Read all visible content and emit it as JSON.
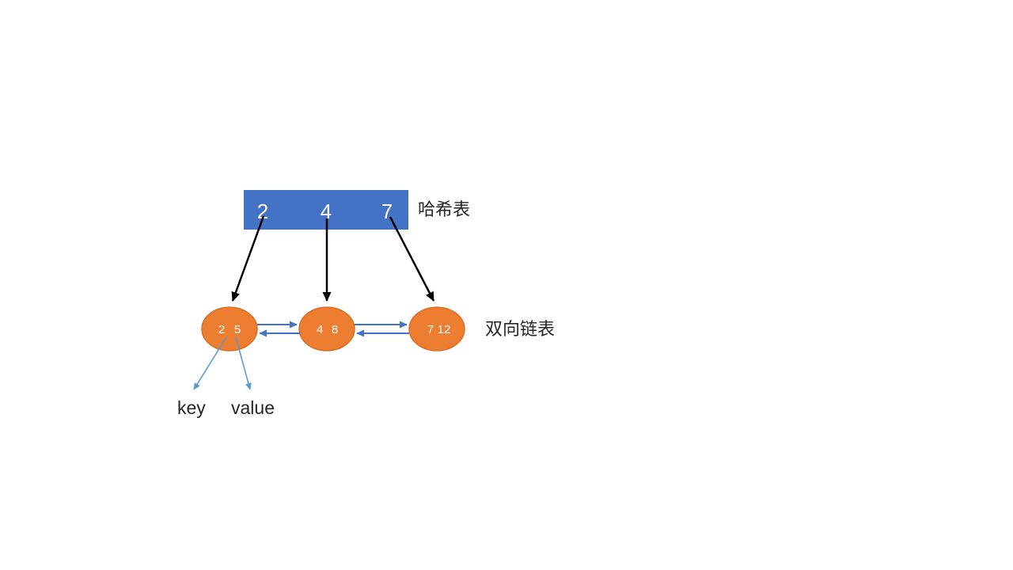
{
  "colors": {
    "background": "#ffffff",
    "hash_table_fill": "#4472C4",
    "hash_table_text": "#ffffff",
    "node_fill": "#ED7D31",
    "node_stroke": "#D4691E",
    "node_text": "#ffffff",
    "hash_arrow": "#000000",
    "list_arrow": "#4472C4",
    "kv_arrow": "#5B9BD5",
    "label_text": "#262626"
  },
  "hash_table": {
    "label": "哈希表",
    "cells": [
      "2",
      "4",
      "7"
    ]
  },
  "linked_list": {
    "label": "双向链表",
    "nodes": [
      {
        "key": "2",
        "value": "5"
      },
      {
        "key": "4",
        "value": "8"
      },
      {
        "key": "7",
        "value": "12"
      }
    ]
  },
  "legend": {
    "key_label": "key",
    "value_label": "value"
  }
}
